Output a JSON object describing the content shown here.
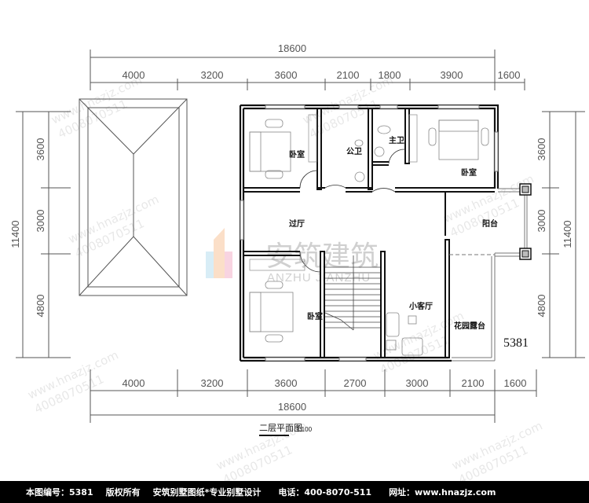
{
  "drawing": {
    "title": "二层平面图",
    "scale": "1:100",
    "plan_number": "5381"
  },
  "dimensions": {
    "top_total": "18600",
    "top_segments": [
      "4000",
      "3200",
      "3600",
      "2100",
      "1800",
      "3900",
      "1600"
    ],
    "bottom_total": "18600",
    "bottom_segments": [
      "4000",
      "3200",
      "3600",
      "2700",
      "3000",
      "2100",
      "1600"
    ],
    "left_total": "11400",
    "left_segments": [
      "3600",
      "3000",
      "4800"
    ],
    "right_total": "11400",
    "right_segments": [
      "3600",
      "3000",
      "4800"
    ]
  },
  "rooms": {
    "bedroom_nw": "卧室",
    "public_bath": "公卫",
    "master_bath": "主卫",
    "bedroom_ne": "卧室",
    "hall": "过厅",
    "balcony": "阳台",
    "bedroom_sw": "卧室",
    "small_living": "小客厅",
    "garden_terrace": "花园露台"
  },
  "watermark": {
    "logo_cn": "安筑建筑",
    "logo_en": "ANZHU  JIANZHU",
    "site": "www.hnazjz.com",
    "phone": "4008070511",
    "phone_label": "电话："
  },
  "footer": {
    "plan_no_label": "本图编号：5381",
    "copyright": "版权所有",
    "slogan": "安筑别墅图纸*专业别墅设计",
    "phone": "电话：400-8070-511",
    "website": "网址：www.hnazjz.com"
  },
  "colors": {
    "wall": "#111111",
    "dim_line": "#555555",
    "footer_bg": "#000000",
    "footer_text": "#ffffff",
    "column_fill": "#bbbbbb"
  }
}
